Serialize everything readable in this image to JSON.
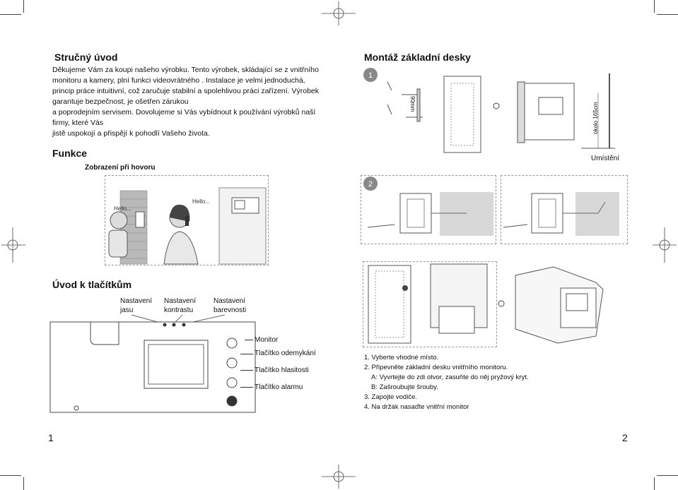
{
  "left": {
    "intro_title": "Stručný úvod",
    "intro_text": "Děkujeme Vám za koupi našeho výrobku. Tento výrobek, skládající se z vnitřního\nmonitoru a kamery, plní funkci videovrátného . Instalace je velmi jednoduchá,\nprincip práce intuitivní, což zaručuje stabilní a spolehlivou práci zařízení. Výrobek\ngarantuje bezpečnost, je ošetřen zárukou\na poprodejním servisem. Dovolujeme si Vás vybídnout k používání výrobků naší\nfirmy, které Vás\njistě uspokojí a přispějí k pohodlí Vašeho života.",
    "funkce_title": "Funkce",
    "call_display_title": "Zobrazení při hovoru",
    "hello_left": "Hello...",
    "hello_right": "Hello...",
    "buttons_title": "Úvod k tlačítkům",
    "adjust_labels": [
      "Nastavení\njasu",
      "Nastavení\nkontrastu",
      "Nastavení\nbarevnosti"
    ],
    "callouts": [
      "Monitor",
      "Tlačítko odemykání",
      "Tlačítko hlasitosti",
      "Tlačítko alarmu"
    ],
    "page_number": "1"
  },
  "right": {
    "mount_title": "Montáž základní desky",
    "step_badges": [
      "1",
      "2"
    ],
    "dim_90": "90mm",
    "dim_165": "okolo 165cm",
    "placement_label": "Umístění",
    "steps": [
      "1. Vyberte vhodné místo.",
      "2. Připevněte základní desku vnitřního monitoru.",
      "A: Vyvrtejte do zdi otvor, zasuňte do něj pryžový kryt.",
      "B: Zašroubujte šrouby.",
      "3. Zapojte vodiče.",
      "4. Na držák nasaďte vnitřní monitor"
    ],
    "page_number": "2"
  }
}
